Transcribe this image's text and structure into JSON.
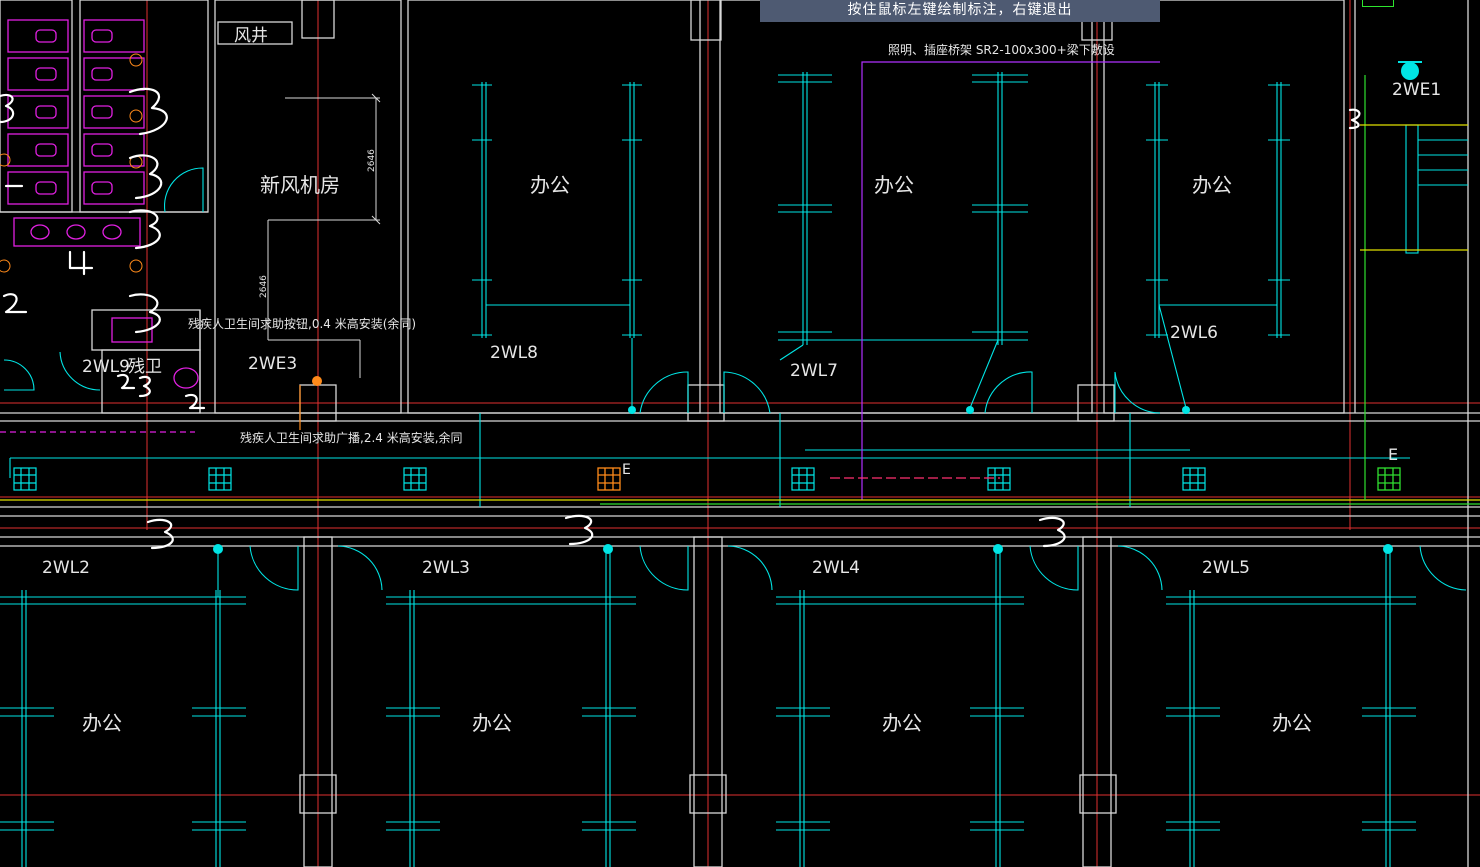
{
  "command_hint": "按住鼠标左键绘制标注，右键退出",
  "notes": {
    "tray": "照明、插座桥架 SR2-100x300+梁下敷设",
    "call_button": "残疾人卫生间求助按钮,0.4 米高安装(余同)",
    "broadcast": "残疾人卫生间求助广播,2.4 米高安装,余同"
  },
  "rooms": {
    "fresh_air_room": "新风机房",
    "air_shaft": "风井",
    "accessible_wc": "残卫",
    "office": "办公"
  },
  "circuits": {
    "wl2": "2WL2",
    "wl3": "2WL3",
    "wl4": "2WL4",
    "wl5": "2WL5",
    "wl6": "2WL6",
    "wl7": "2WL7",
    "wl8": "2WL8",
    "wl9": "2WL9",
    "we1": "2WE1",
    "we3": "2WE3"
  },
  "dimensions": {
    "d1": "2646",
    "d2": "2646"
  },
  "box_marks": {
    "e1": "E",
    "e2": "E"
  },
  "handwritten": {
    "three": "3",
    "four": "4",
    "two": "2",
    "one": "1",
    "twenty_three": "23"
  },
  "colors": {
    "background": "#000000",
    "wall": "#d8d8d8",
    "wire": "#00e5e5",
    "axis": "#e03030",
    "fixture": "#e020e0",
    "tray": "#b030ff",
    "accent_yellow": "#e0e000",
    "accent_green": "#30e030",
    "accent_orange": "#ff8a1a",
    "hint_bar": "#4e5a72"
  }
}
